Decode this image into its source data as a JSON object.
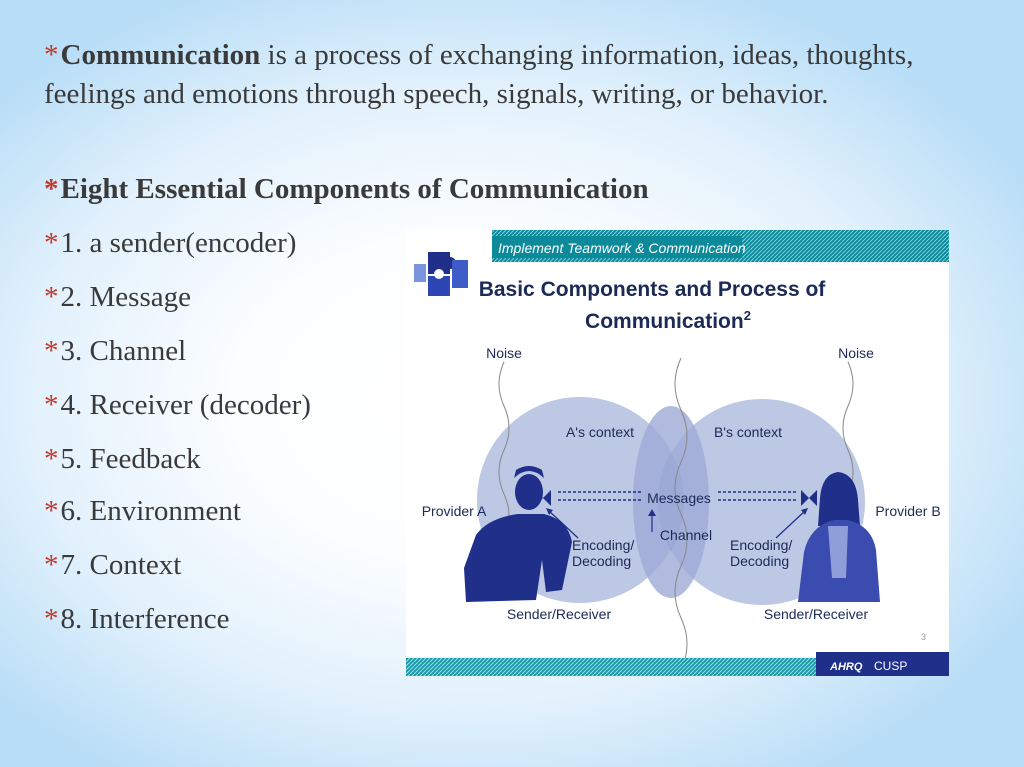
{
  "slide": {
    "intro_term": "Communication",
    "intro_rest": " is a process of exchanging information, ideas, thoughts, feelings and emotions through speech, signals, writing, or behavior.",
    "heading": "Eight Essential Components of Communication",
    "items": [
      "1. a sender(encoder)",
      "2. Message",
      "3. Channel",
      "4. Receiver (decoder)",
      "5. Feedback",
      "6. Environment",
      "7. Context",
      "8. Interference"
    ],
    "bullet_symbol": "*"
  },
  "figure": {
    "banner": "Implement Teamwork & Communication",
    "title_line1": "Basic Components and Process of",
    "title_line2": "Communication",
    "title_superscript": "2",
    "noise_left": "Noise",
    "noise_right": "Noise",
    "context_a": "A's context",
    "context_b": "B's context",
    "provider_a": "Provider A",
    "provider_b": "Provider B",
    "messages": "Messages",
    "channel": "Channel",
    "encoding_left": [
      "Encoding/",
      "Decoding"
    ],
    "encoding_right": [
      "Encoding/",
      "Decoding"
    ],
    "sender_receiver_left": "Sender/Receiver",
    "sender_receiver_right": "Sender/Receiver",
    "page_number": "3",
    "footer_logo_1": "AHRQ",
    "footer_logo_2": "CUSP",
    "colors": {
      "circle": "#b6c2e2",
      "figure_blue": "#1f2f8a",
      "banner_teal": "#0c8a9a"
    }
  }
}
